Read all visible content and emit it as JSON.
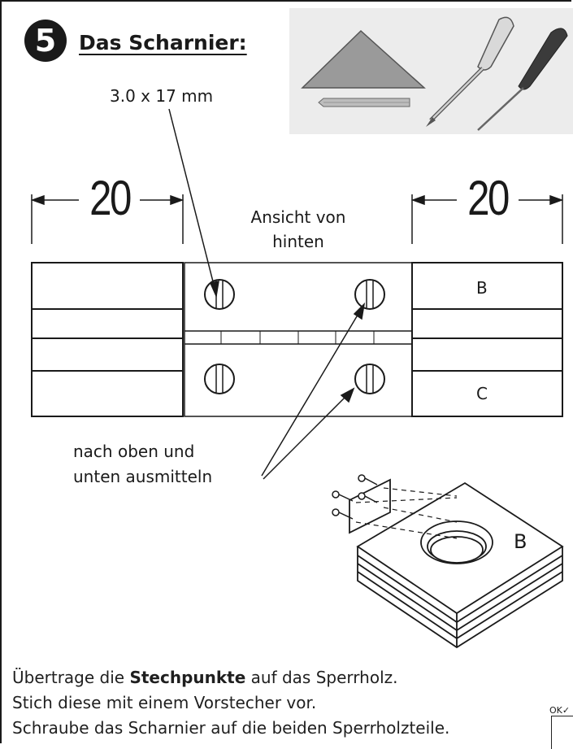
{
  "header": {
    "step_number": "5",
    "title": "Das Scharnier:"
  },
  "tools": {
    "icons": [
      "set-square-icon",
      "pencil-icon",
      "screwdriver-icon",
      "awl-icon"
    ]
  },
  "drawing": {
    "screw_spec": "3.0 x 17 mm",
    "dimension_left": "20",
    "dimension_right": "20",
    "view_label_line1": "Ansicht von",
    "view_label_line2": "hinten",
    "part_b": "B",
    "part_c": "C",
    "note_line1": "nach oben und",
    "note_line2": "unten ausmitteln",
    "iso_part": "B"
  },
  "instructions": {
    "line1_pre": "Übertrage die ",
    "line1_bold": "Stechpunkte",
    "line1_post": " auf das Sperrholz.",
    "line2": "Stich diese mit einem Vorstecher vor.",
    "line3": "Schraube das Scharnier auf die beiden Sperrholzteile."
  },
  "checkbox": {
    "label": "OK✓"
  }
}
